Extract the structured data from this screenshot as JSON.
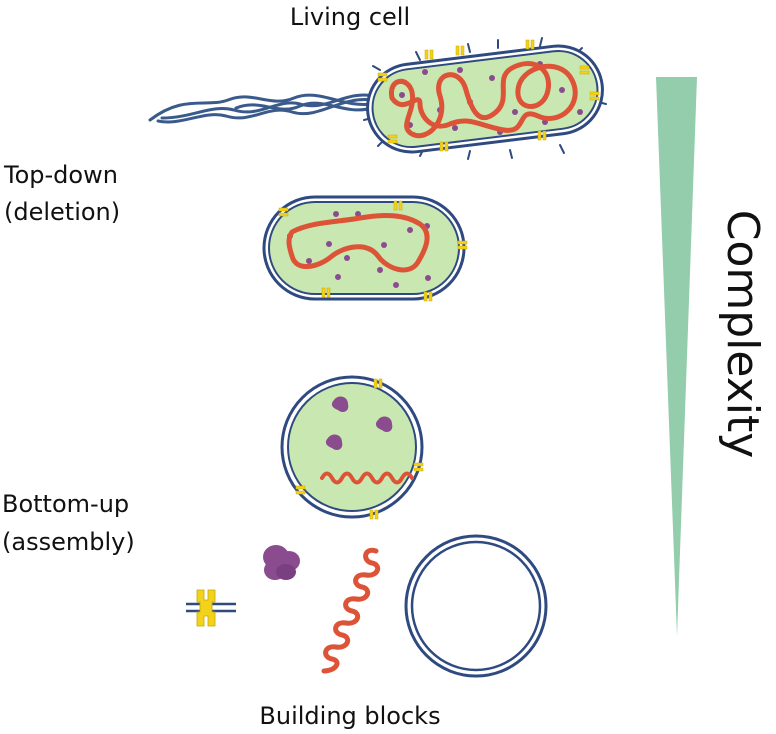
{
  "labels": {
    "living_cell": "Living cell",
    "top_down_line1": "Top-down",
    "top_down_line2": "(deletion)",
    "bottom_up_line1": "Bottom-up",
    "bottom_up_line2": "(assembly)",
    "building_blocks": "Building blocks",
    "complexity": "Complexity"
  },
  "colors": {
    "cytoplasm": "#c9e7b0",
    "membrane": "#2f4a80",
    "dna": "#dd5337",
    "protein": "#8a4c8f",
    "channel": "#f2d21a",
    "flagellum": "#3a5a8c",
    "complexity_wedge": "#93cdab"
  }
}
